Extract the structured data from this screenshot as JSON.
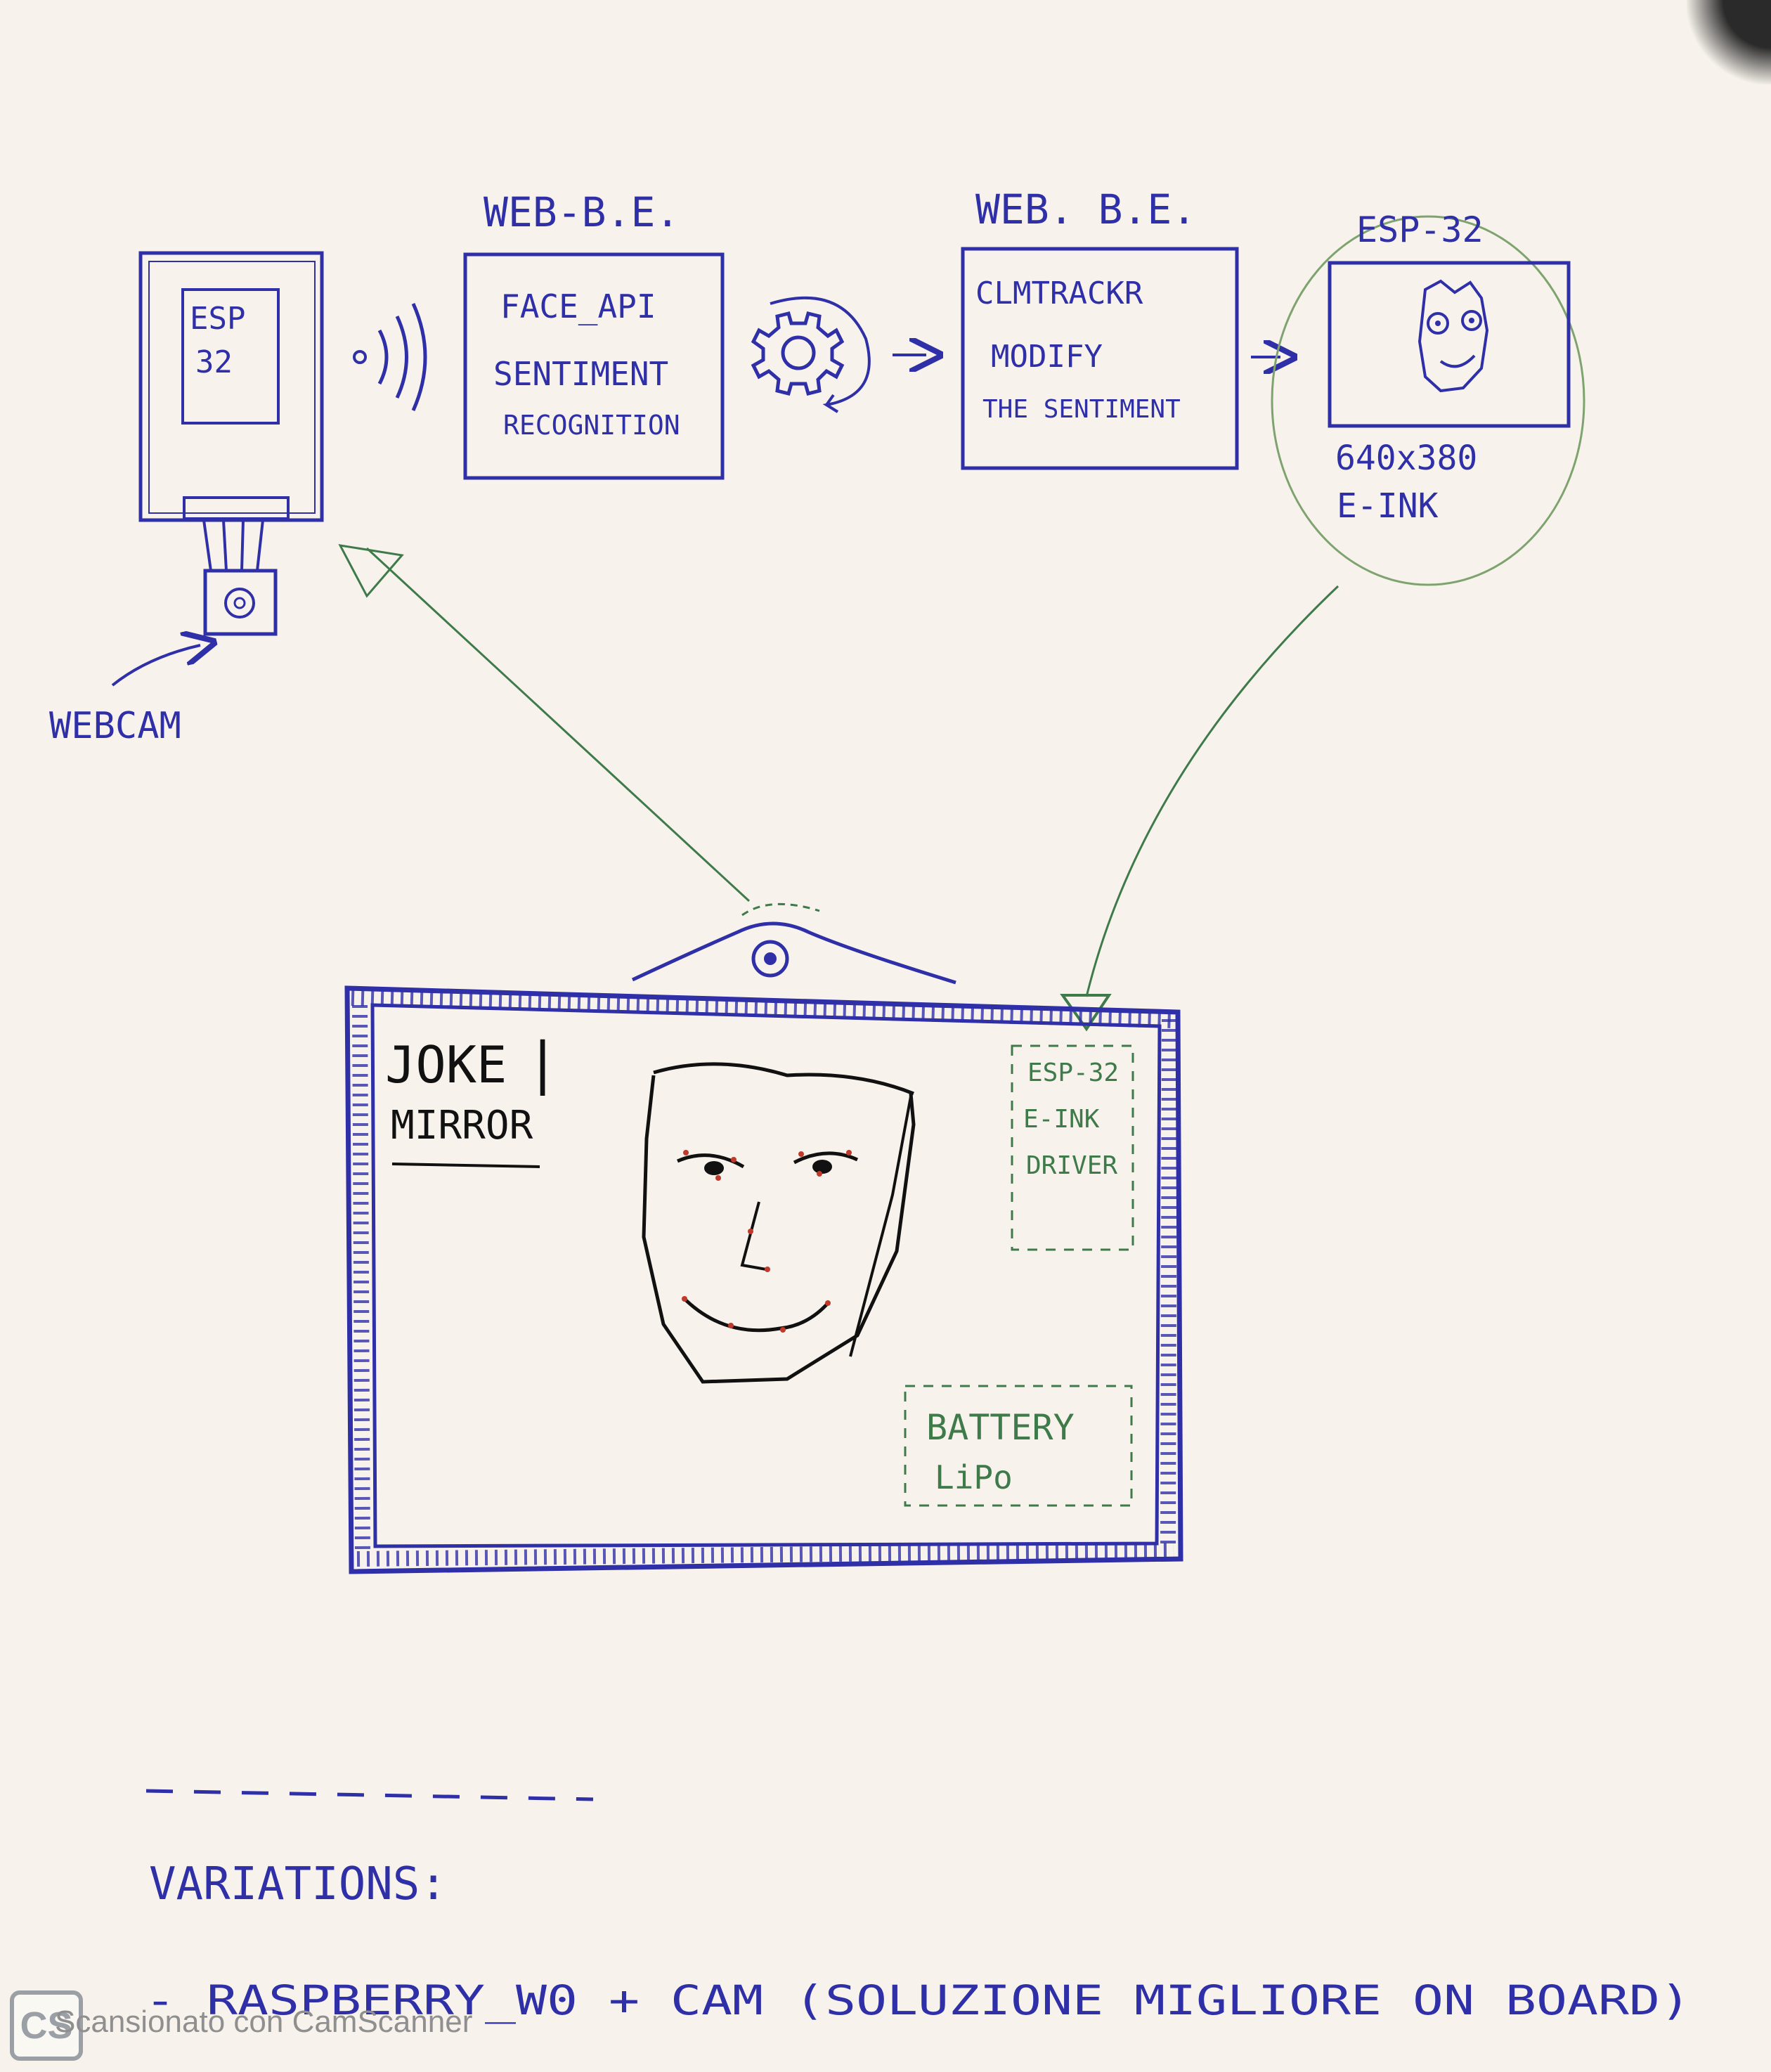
{
  "nodes": {
    "esp32_cam": {
      "label_line1": "ESP",
      "label_line2": "32",
      "webcam_label": "WEBCAM"
    },
    "web_be_1": {
      "title": "WEB-B.E.",
      "line1": "FACE_API",
      "line2": "SENTIMENT",
      "line3": "RECOGNITION"
    },
    "web_be_2": {
      "title": "WEB. B.E.",
      "line1": "CLMTRACKR",
      "line2": "MODIFY",
      "line3": "THE SENTIMENT"
    },
    "esp32_display": {
      "title": "ESP-32",
      "line1": "640x380",
      "line2": "E-INK"
    }
  },
  "mirror": {
    "title_line1": "JOKE",
    "title_line2": "MIRROR",
    "driver_box": {
      "line1": "ESP-32",
      "line2": "E-INK",
      "line3": "DRIVER"
    },
    "battery_box": {
      "line1": "BATTERY",
      "line2": "LiPo"
    }
  },
  "footer": {
    "heading": "VARIATIONS:",
    "item1": "- RASPBERRY_W0 + CAM (SOLUZIONE MIGLIORE ON BOARD)"
  },
  "watermark": {
    "logo": "CS",
    "text": "Scansionato con CamScanner"
  },
  "colors": {
    "ink_blue": "#2f2fa8",
    "ink_green": "#3f7a4a",
    "paper": "#f7f3ec",
    "red_dot": "#c0392b"
  }
}
